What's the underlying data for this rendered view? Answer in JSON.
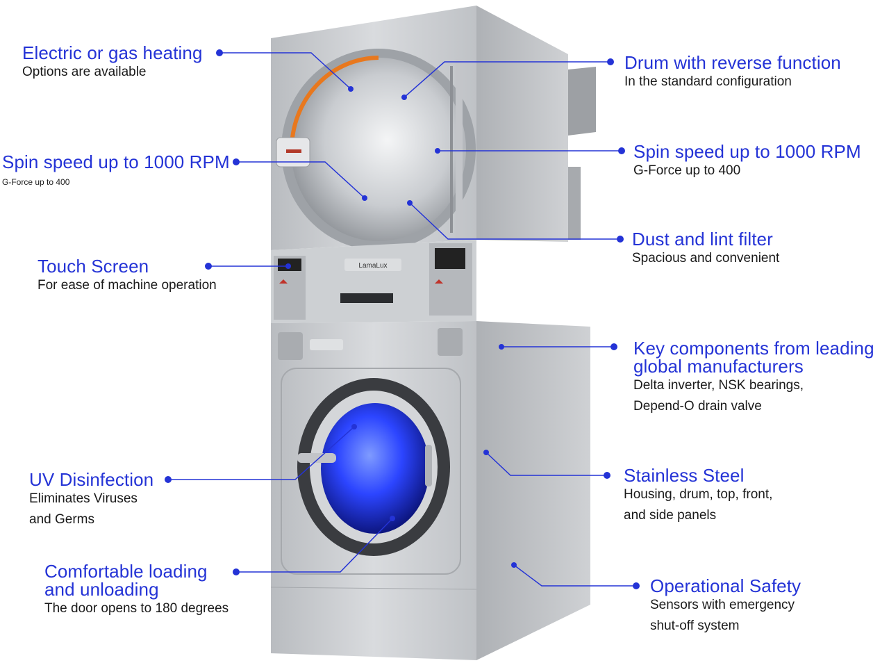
{
  "brand": {
    "logo_text": "LamaLux"
  },
  "colors": {
    "accent": "#2433d6",
    "text": "#1a1a1a",
    "steel": "#c8cacd",
    "uv": "#2c45ff"
  },
  "callouts": {
    "heating": {
      "title": "Electric or gas heating",
      "sub": "Options are available"
    },
    "spin_left": {
      "title": "Spin speed up to 1000 RPM",
      "sub": "G-Force up to 400"
    },
    "touch": {
      "title": "Touch Screen",
      "sub": "For ease of machine operation"
    },
    "uv": {
      "title": "UV Disinfection",
      "sub1": "Eliminates Viruses",
      "sub2": "and Germs"
    },
    "loading": {
      "title1": "Comfortable loading",
      "title2": "and unloading",
      "sub": "The door opens to 180 degrees"
    },
    "drum": {
      "title": "Drum with reverse function",
      "sub": "In the standard configuration"
    },
    "spin_right": {
      "title": "Spin speed up to 1000 RPM",
      "sub": "G-Force up to 400"
    },
    "dust": {
      "title": "Dust and lint filter",
      "sub": "Spacious and convenient"
    },
    "components": {
      "title1": "Key components from leading",
      "title2": "global manufacturers",
      "sub1": "Delta inverter, NSK bearings,",
      "sub2": "Depend-O drain valve"
    },
    "steel": {
      "title": "Stainless Steel",
      "sub1": "Housing, drum, top, front,",
      "sub2": "and side panels"
    },
    "safety": {
      "title": "Operational Safety",
      "sub1": "Sensors with emergency",
      "sub2": "shut-off system"
    }
  }
}
